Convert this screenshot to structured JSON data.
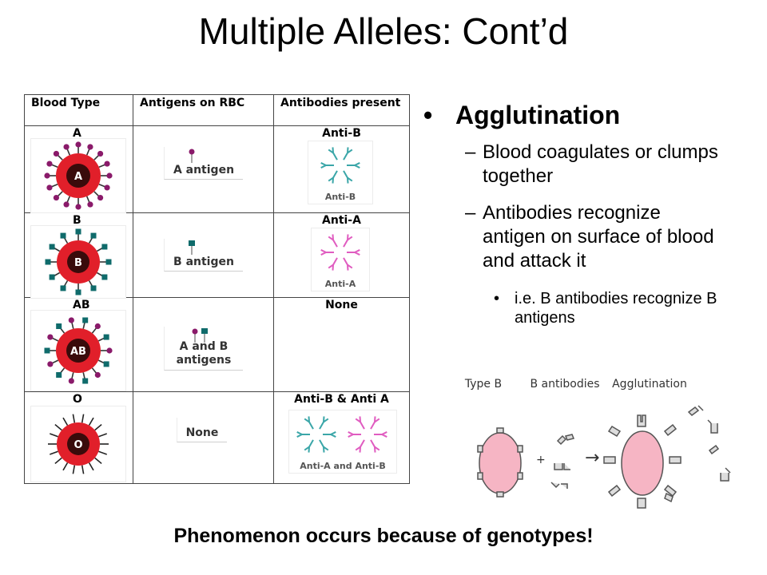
{
  "title": "Multiple Alleles: Cont’d",
  "table": {
    "headers": [
      "Blood Type",
      "Antigens on RBC",
      "Antibodies present"
    ],
    "rows": [
      {
        "type": "A",
        "cell_label": "A",
        "antigen_card": "A antigen",
        "antibody_heading": "Anti-B",
        "antibody_card": "Anti-B"
      },
      {
        "type": "B",
        "cell_label": "B",
        "antigen_card": "B antigen",
        "antibody_heading": "Anti-A",
        "antibody_card": "Anti-A"
      },
      {
        "type": "AB",
        "cell_label": "AB",
        "antigen_card": "A and B antigens",
        "antibody_heading": "None",
        "antibody_card": ""
      },
      {
        "type": "O",
        "cell_label": "O",
        "antigen_card": "None",
        "antibody_heading": "Anti-B & Anti A",
        "antibody_card": "Anti-A and Anti-B"
      }
    ]
  },
  "right": {
    "bullet": "Agglutination",
    "points": [
      "Blood coagulates or clumps together",
      "Antibodies recognize antigen on surface of blood and attack it"
    ],
    "subpoint": "i.e. B antibodies recognize B antigens"
  },
  "figure": {
    "labels": [
      "Type B",
      "B antibodies",
      "Agglutination"
    ],
    "plus": "+",
    "arrow": "→"
  },
  "footer": "Phenomenon occurs because of genotypes!",
  "colors": {
    "rbc_red": "#e11f2a",
    "rbc_dark": "#3a0b0b",
    "antigen_a": "#8a1a6a",
    "antigen_b": "#0f6b6b",
    "antibody_teal": "#3aa6a8",
    "antibody_pink": "#e05cc0",
    "cell_pink": "#f6b5c4"
  }
}
